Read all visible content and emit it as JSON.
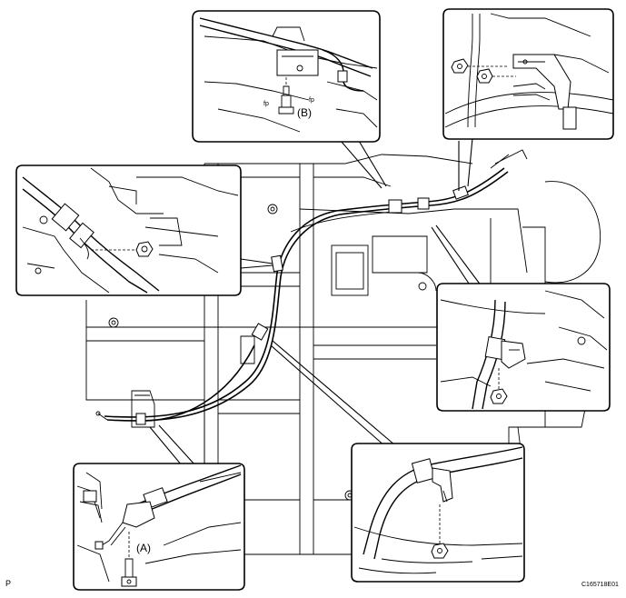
{
  "labels": {
    "callout_a": "(A)",
    "callout_b": "(B)",
    "corner_mark": "P",
    "figure_code": "C165718E01"
  }
}
